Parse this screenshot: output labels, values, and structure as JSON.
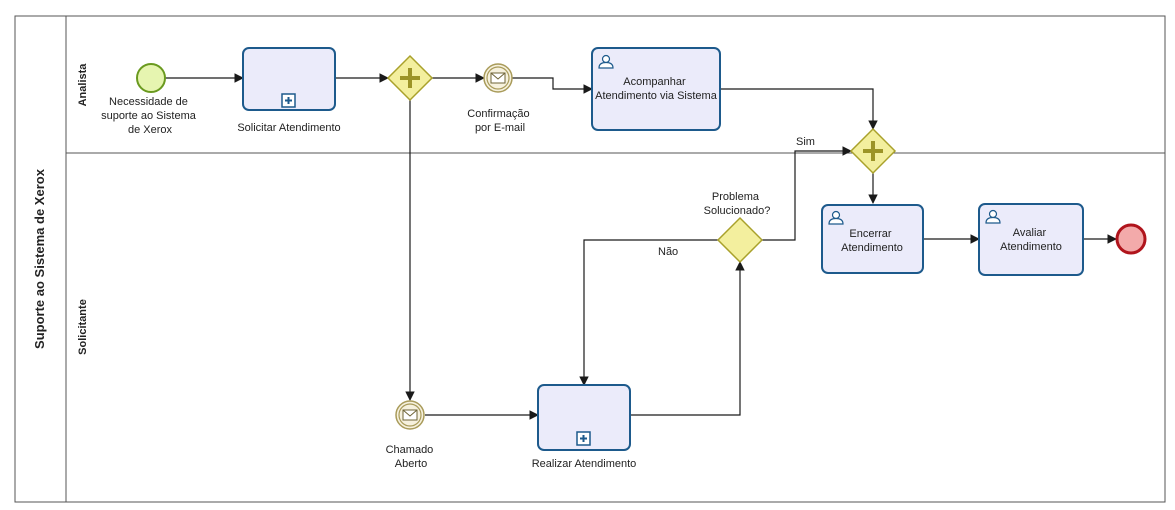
{
  "pool": {
    "label": "Suporte ao Sistema de Xerox"
  },
  "lanes": {
    "top": "Analista",
    "bottom": "Solicitante"
  },
  "colors": {
    "task_fill": "#ebebfa",
    "task_stroke": "#1d5a8c",
    "gateway_fill": "#f3ef9e",
    "gateway_stroke": "#a9a12b",
    "start_fill": "#e6f5b0",
    "start_stroke": "#6a9a1f",
    "end_fill": "#f3aaaa",
    "end_stroke": "#b0141c"
  },
  "events": {
    "start": {
      "label_lines": [
        "Necessidade de",
        "suporte ao Sistema",
        "de Xerox"
      ],
      "icon": "none"
    },
    "confirmacao": {
      "label_lines": [
        "Confirmação",
        "por E-mail"
      ],
      "icon": "envelope-icon"
    },
    "chamado": {
      "label_lines": [
        "Chamado",
        "Aberto"
      ],
      "icon": "envelope-icon"
    },
    "end": {
      "icon": "none"
    }
  },
  "tasks": {
    "solicitar": {
      "label_lines": [
        "Solicitar Atendimento"
      ],
      "marker": "subprocess-plus-icon"
    },
    "acompanhar": {
      "label_lines": [
        "Acompanhar",
        "Atendimento via Sistema"
      ],
      "marker": "user-icon"
    },
    "encerrar": {
      "label_lines": [
        "Encerrar",
        "Atendimento"
      ],
      "marker": "user-icon"
    },
    "avaliar": {
      "label_lines": [
        "Avaliar",
        "Atendimento"
      ],
      "marker": "user-icon"
    },
    "realizar": {
      "label_lines": [
        "Realizar Atendimento"
      ],
      "marker": "subprocess-plus-icon"
    }
  },
  "gateways": {
    "problema": {
      "label_lines": [
        "Problema",
        "Solucionado?"
      ]
    }
  },
  "flow_labels": {
    "sim": "Sim",
    "nao": "Não"
  }
}
